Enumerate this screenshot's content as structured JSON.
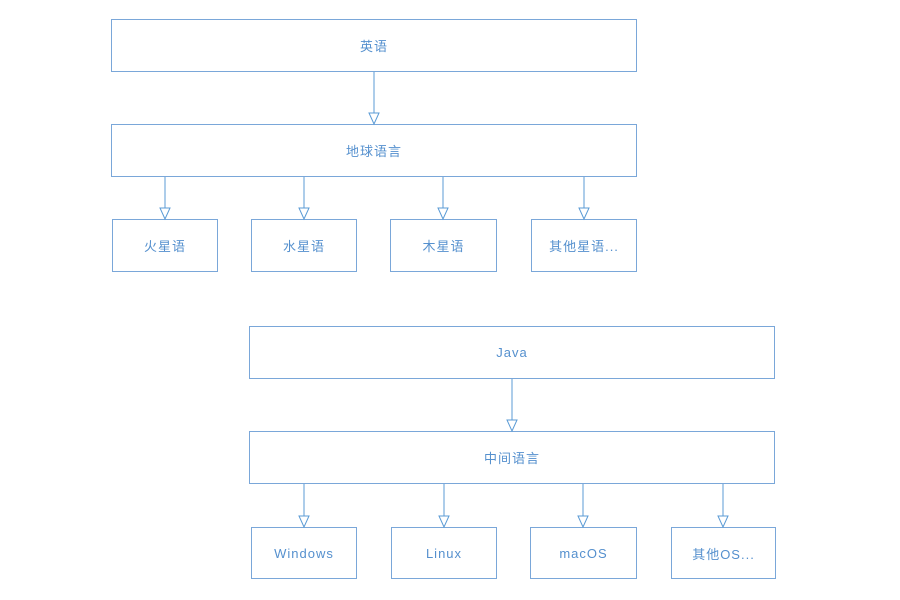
{
  "colors": {
    "box_border": "#7aa7d9",
    "box_text": "#5590ce",
    "arrow": "#5b9bd5",
    "box_fill": "#ffffff"
  },
  "diagrams": [
    {
      "root": {
        "label": "英语"
      },
      "intermediate": {
        "label": "地球语言"
      },
      "targets": [
        {
          "label": "火星语"
        },
        {
          "label": "水星语"
        },
        {
          "label": "木星语"
        },
        {
          "label": "其他星语..."
        }
      ]
    },
    {
      "root": {
        "label": "Java"
      },
      "intermediate": {
        "label": "中间语言"
      },
      "targets": [
        {
          "label": "Windows"
        },
        {
          "label": "Linux"
        },
        {
          "label": "macOS"
        },
        {
          "label": "其他OS..."
        }
      ]
    }
  ]
}
